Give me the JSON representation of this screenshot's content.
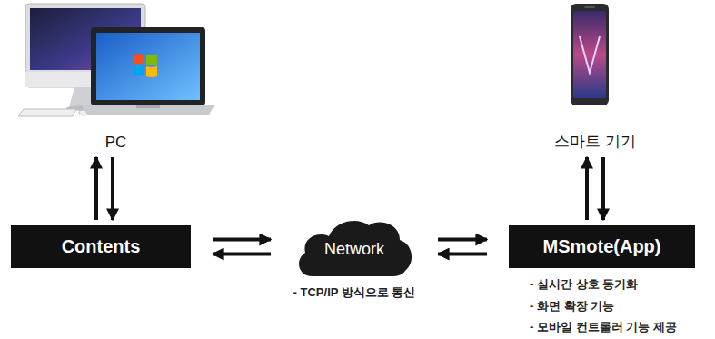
{
  "diagram": {
    "nodes": [
      {
        "text": [
          "PC"
        ]
      },
      {
        "text": [
          "스마트 기기"
        ]
      },
      {
        "text": [
          "Contents"
        ]
      },
      {
        "text": [
          "Network"
        ]
      },
      {
        "text": [
          "MSmote(App)"
        ]
      }
    ],
    "edges": [
      {
        "from": 2,
        "to": 0,
        "arrow": "to"
      },
      {
        "from": 0,
        "to": 2,
        "arrow": "to"
      },
      {
        "from": 4,
        "to": 1,
        "arrow": "to"
      },
      {
        "from": 1,
        "to": 4,
        "arrow": "to"
      },
      {
        "from": 2,
        "to": 3,
        "arrow": "to"
      },
      {
        "from": 3,
        "to": 2,
        "arrow": "to"
      },
      {
        "from": 3,
        "to": 4,
        "arrow": "to"
      },
      {
        "from": 4,
        "to": 3,
        "arrow": "to"
      }
    ],
    "labels": [
      "- TCP/IP 방식으로 통신",
      "- 실시간 상호 동기화",
      "- 화면 확장 기능",
      "- 모바일 컨트롤러 기능 제공"
    ]
  }
}
